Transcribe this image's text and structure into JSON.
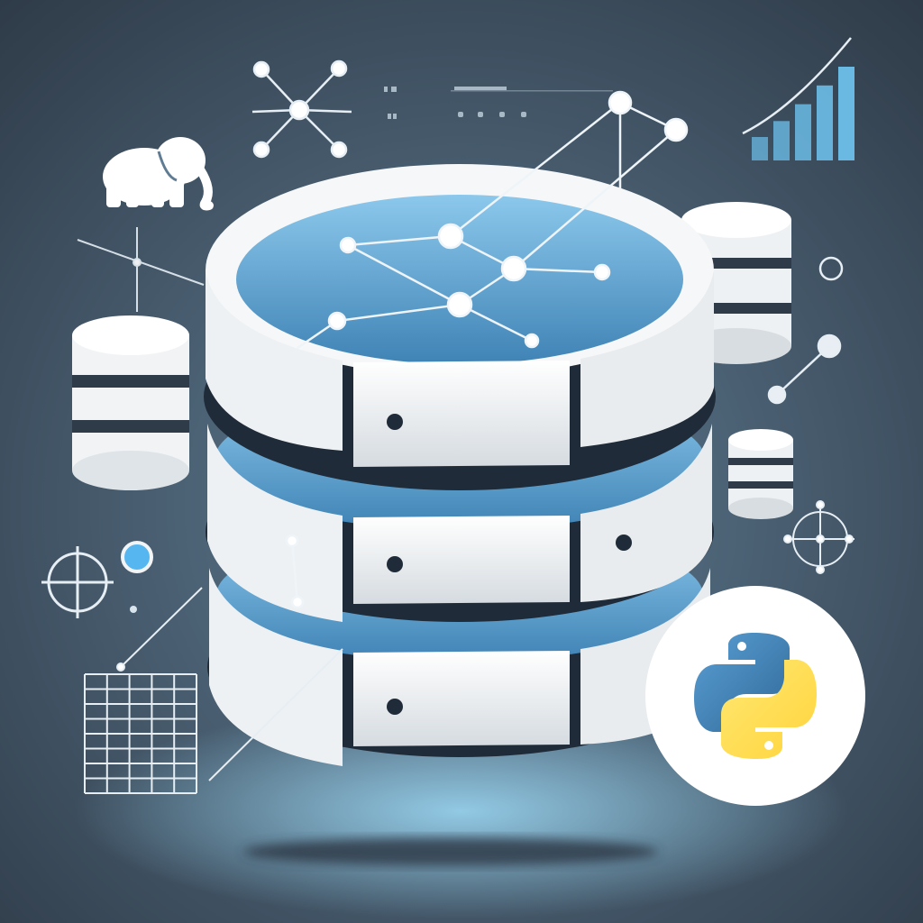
{
  "illustration": {
    "palette": {
      "background_center": "#5f7c93",
      "background_edge": "#2e3a47",
      "glow": "#9fdcf8",
      "ring_white": "#f2f4f5",
      "ring_shadow": "#c6ccd2",
      "interior_blue": "#3f83b5",
      "interior_light": "#8cc8ec",
      "line_color": "#e6eef4",
      "accent_blue": "#56b6f0",
      "chart_blue": "#6cc0ec",
      "python_blue": "#3d73a8",
      "python_yellow": "#ffd43b",
      "badge_white": "#ffffff"
    },
    "icons": {
      "main": "stacked-database-icon",
      "badge": "python-logo-icon",
      "top_left": "elephant-icon",
      "network": "network-node-icon",
      "chart": "bar-chart-icon",
      "table": "spreadsheet-grid-icon",
      "crosshair": "crosshair-icon"
    },
    "bar_chart_levels": [
      0.25,
      0.42,
      0.6,
      0.8,
      1.0
    ]
  }
}
